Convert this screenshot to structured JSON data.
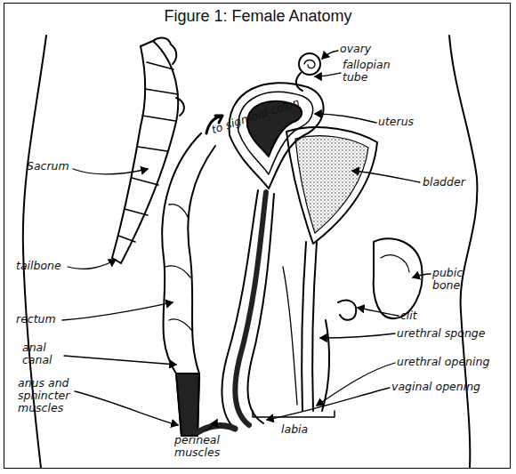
{
  "diagram": {
    "title": "Figure 1: Female Anatomy",
    "labels": [
      "ovary",
      "fallopian tube",
      "Sacrum",
      "to sigmoid colon",
      "uterus",
      "bladder",
      "tailbone",
      "pubic bone",
      "rectum",
      "clit",
      "anal canal",
      "urethral sponge",
      "anus and sphincter muscles",
      "urethral opening",
      "vaginal opening",
      "perineal muscles",
      "labia"
    ]
  }
}
